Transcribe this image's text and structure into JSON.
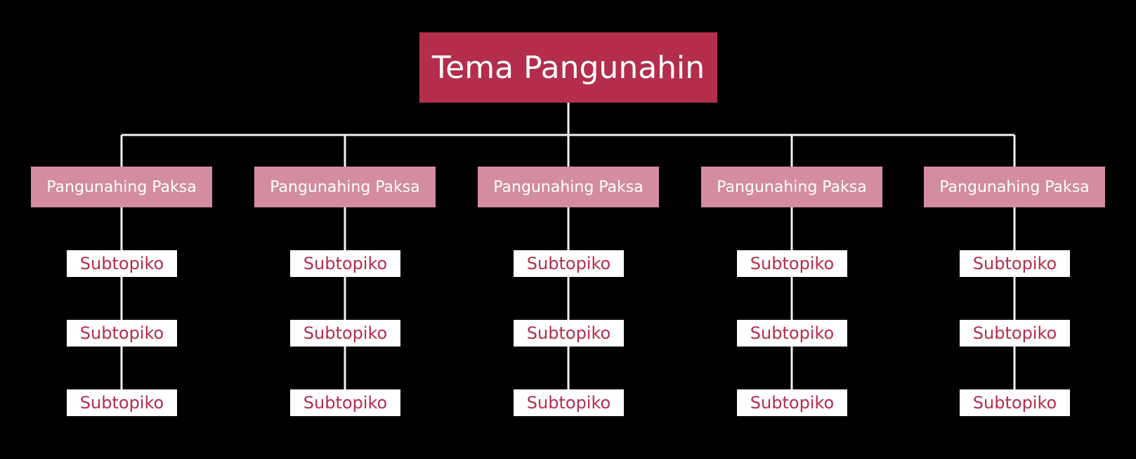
{
  "colors": {
    "root_fill": "#b42e4c",
    "branch_fill": "#d38d9e",
    "leaf_fill": "#ffffff",
    "leaf_text": "#b42e4c",
    "connector": "#f2f2f2"
  },
  "diagram": {
    "root": {
      "label": "Tema Pangunahin"
    },
    "branches": [
      {
        "label": "Pangunahing Paksa",
        "children": [
          "Subtopiko",
          "Subtopiko",
          "Subtopiko"
        ]
      },
      {
        "label": "Pangunahing Paksa",
        "children": [
          "Subtopiko",
          "Subtopiko",
          "Subtopiko"
        ]
      },
      {
        "label": "Pangunahing Paksa",
        "children": [
          "Subtopiko",
          "Subtopiko",
          "Subtopiko"
        ]
      },
      {
        "label": "Pangunahing Paksa",
        "children": [
          "Subtopiko",
          "Subtopiko",
          "Subtopiko"
        ]
      },
      {
        "label": "Pangunahing Paksa",
        "children": [
          "Subtopiko",
          "Subtopiko",
          "Subtopiko"
        ]
      }
    ]
  }
}
